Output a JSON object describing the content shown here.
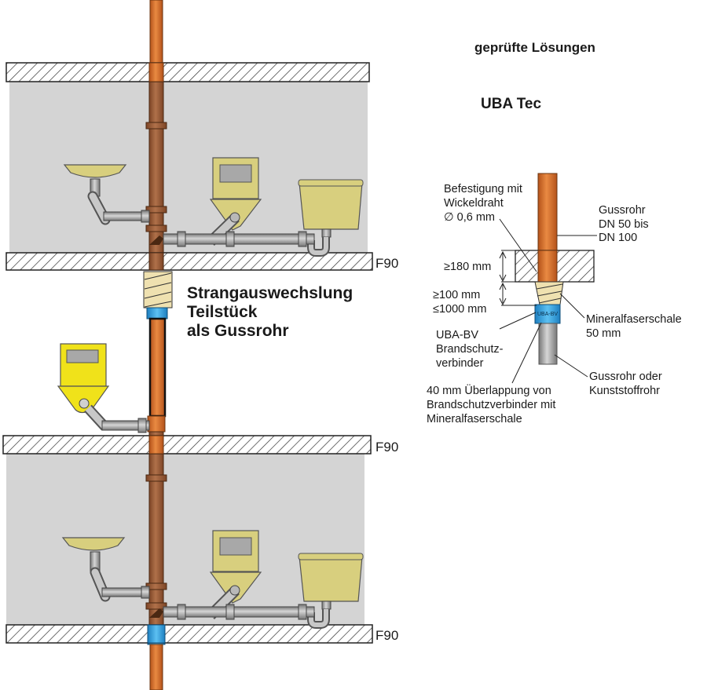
{
  "header": {
    "title": "geprüfte Lösungen",
    "subtitle": "UBA Tec"
  },
  "main_caption": {
    "line1": "Strangauswechslung",
    "line2": "Teilstück",
    "line3": "als Gussrohr"
  },
  "floor_labels": [
    "F90",
    "F90",
    "F90"
  ],
  "detail": {
    "fastening": [
      "Befestigung mit",
      "Wickeldraht",
      "∅ 0,6 mm"
    ],
    "pipe_top": [
      "Gussrohr",
      "DN 50 bis",
      "DN 100"
    ],
    "dim_slab": "≥180 mm",
    "dim_gap": [
      "≥100 mm",
      "≤1000 mm"
    ],
    "connector": [
      "UBA-BV",
      "Brandschutz-",
      "verbinder"
    ],
    "connector_marking": "UBA-BV",
    "shell": [
      "Mineralfaserschale",
      "50 mm"
    ],
    "pipe_bottom": [
      "Gussrohr oder",
      "Kunststoffrohr"
    ],
    "overlap": [
      "40 mm Überlappung von",
      "Brandschutzverbinder mit",
      "Mineralfaserschale"
    ]
  },
  "colors": {
    "pipe_orange": "#d2691e",
    "pipe_cast": "#9a5a33",
    "room_gray": "#d4d4d4",
    "fixture_yellow": "#d8cf7e",
    "fixture_bright": "#f0e21a",
    "connector_blue": "#2f9fdd",
    "shell_beige": "#efe1b0",
    "branch_gray": "#9a9a9a"
  }
}
